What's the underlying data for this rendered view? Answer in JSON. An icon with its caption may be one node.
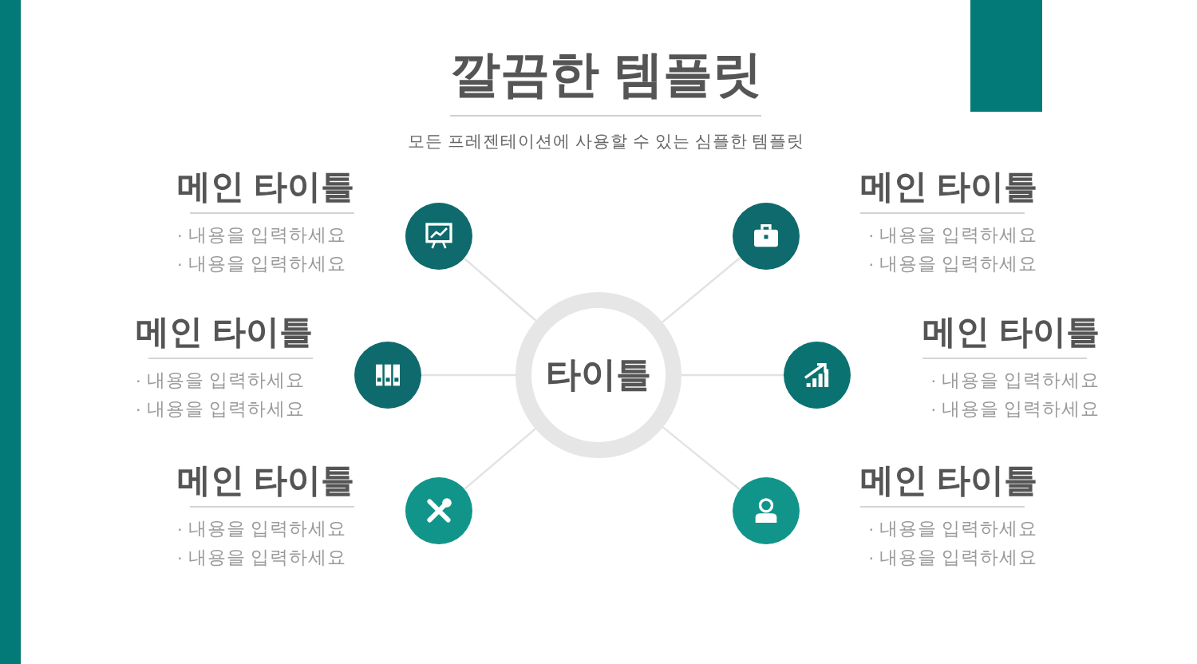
{
  "diagram": {
    "title": "깔끔한 템플릿",
    "caption": "모든 프레젠테이션에 사용할 수 있는 심플한 템플릿",
    "nodes": [
      {
        "text": [
          "타이틀"
        ]
      },
      {
        "text": [],
        "shape": "circle",
        "beside": [
          "메인 타이틀",
          "· 내용을 입력하세요",
          "· 내용을 입력하세요"
        ]
      },
      {
        "text": [],
        "shape": "circle",
        "beside": [
          "메인 타이틀",
          "· 내용을 입력하세요",
          "· 내용을 입력하세요"
        ]
      },
      {
        "text": [],
        "shape": "circle",
        "beside": [
          "메인 타이틀",
          "· 내용을 입력하세요",
          "· 내용을 입력하세요"
        ]
      },
      {
        "text": [],
        "shape": "circle",
        "beside": [
          "메인 타이틀",
          "· 내용을 입력하세요",
          "· 내용을 입력하세요"
        ]
      },
      {
        "text": [],
        "shape": "circle",
        "beside": [
          "메인 타이틀",
          "· 내용을 입력하세요",
          "· 내용을 입력하세요"
        ]
      },
      {
        "text": [],
        "shape": "circle",
        "beside": [
          "메인 타이틀",
          "· 내용을 입력하세요",
          "· 내용을 입력하세요"
        ]
      }
    ],
    "edges": [
      {
        "from": 0,
        "to": 1,
        "arrow": "none"
      },
      {
        "from": 0,
        "to": 2,
        "arrow": "none"
      },
      {
        "from": 0,
        "to": 3,
        "arrow": "none"
      },
      {
        "from": 0,
        "to": 4,
        "arrow": "none"
      },
      {
        "from": 0,
        "to": 5,
        "arrow": "none"
      },
      {
        "from": 0,
        "to": 6,
        "arrow": "none"
      }
    ]
  }
}
